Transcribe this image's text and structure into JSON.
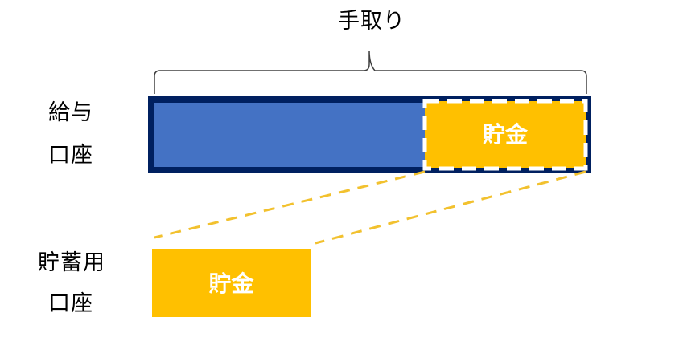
{
  "diagram": {
    "title": "手取り",
    "salary_account_line1": "給与",
    "salary_account_line2": "口座",
    "savings_account_line1": "貯蓄用",
    "savings_account_line2": "口座",
    "savings_block_label": "貯金",
    "savings_account_block_label": "貯金"
  },
  "colors": {
    "account_fill": "#4472C4",
    "account_border": "#002060",
    "savings_fill": "#FFC000",
    "savings_text": "#FFFFFF",
    "dashed_border": "#FFFFFF",
    "connector": "#F2C12E",
    "brace": "#404040"
  }
}
